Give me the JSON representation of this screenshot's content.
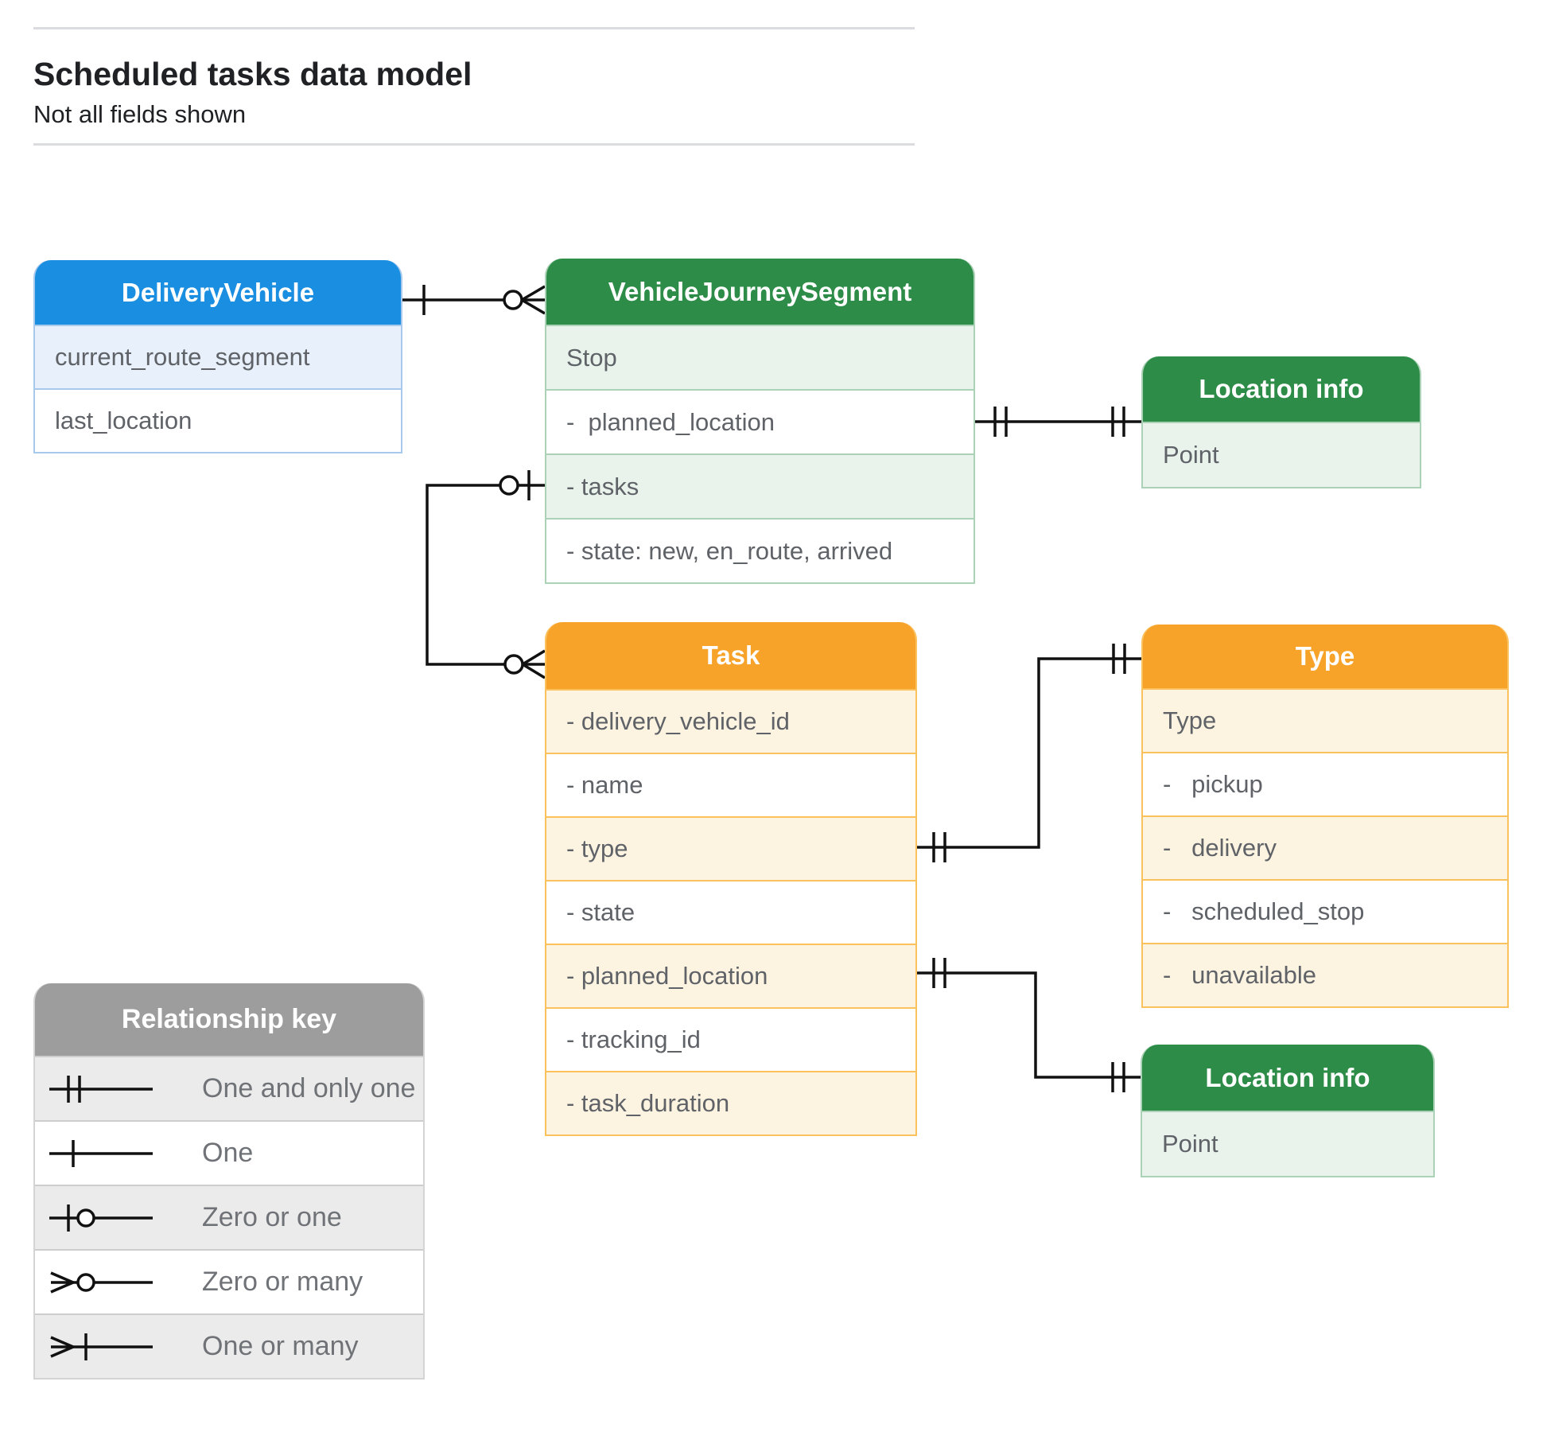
{
  "page": {
    "title": "Scheduled tasks data model",
    "subtitle": "Not all fields shown"
  },
  "entities": {
    "delivery_vehicle": {
      "title": "DeliveryVehicle",
      "fields": [
        "current_route_segment",
        "last_location"
      ]
    },
    "vehicle_journey_segment": {
      "title": "VehicleJourneySegment",
      "fields": [
        "Stop",
        "-  planned_location",
        "- tasks",
        "- state: new, en_route, arrived"
      ]
    },
    "location_info_top": {
      "title": "Location info",
      "fields": [
        "Point"
      ]
    },
    "task": {
      "title": "Task",
      "fields": [
        "- delivery_vehicle_id",
        "- name",
        "- type",
        "- state",
        "- planned_location",
        "- tracking_id",
        "- task_duration"
      ]
    },
    "type": {
      "title": "Type",
      "fields": [
        "Type",
        "-   pickup",
        "-   delivery",
        "-   scheduled_stop",
        "-   unavailable"
      ]
    },
    "location_info_bottom": {
      "title": "Location info",
      "fields": [
        "Point"
      ]
    }
  },
  "relationships": [
    {
      "from": "DeliveryVehicle",
      "to": "VehicleJourneySegment",
      "from_cardinality": "one",
      "to_cardinality": "zero_or_many"
    },
    {
      "from": "VehicleJourneySegment.tasks",
      "to": "Task",
      "from_cardinality": "zero_or_one",
      "to_cardinality": "zero_or_many"
    },
    {
      "from": "VehicleJourneySegment.planned_location",
      "to": "Location info",
      "from_cardinality": "one_and_only_one",
      "to_cardinality": "one_and_only_one"
    },
    {
      "from": "Task.type",
      "to": "Type",
      "from_cardinality": "one_and_only_one",
      "to_cardinality": "one_and_only_one"
    },
    {
      "from": "Task.planned_location",
      "to": "Location info",
      "from_cardinality": "one_and_only_one",
      "to_cardinality": "one_and_only_one"
    }
  ],
  "legend": {
    "title": "Relationship key",
    "items": [
      {
        "symbol": "one-and-only-one",
        "label": "One and only one"
      },
      {
        "symbol": "one",
        "label": "One"
      },
      {
        "symbol": "zero-or-one",
        "label": "Zero or one"
      },
      {
        "symbol": "zero-or-many",
        "label": "Zero or many"
      },
      {
        "symbol": "one-or-many",
        "label": "One or many"
      }
    ]
  },
  "colors": {
    "blue_header": "#1a8ee0",
    "blue_tint": "#e8f1fb",
    "green_header": "#2d8c47",
    "green_tint": "#e9f3ec",
    "orange_header": "#f7a329",
    "orange_tint": "#fdf3e1",
    "legend_header": "#9d9d9d",
    "legend_tint": "#ebebeb",
    "field_text": "#5f6368",
    "line_color": "#111111"
  }
}
